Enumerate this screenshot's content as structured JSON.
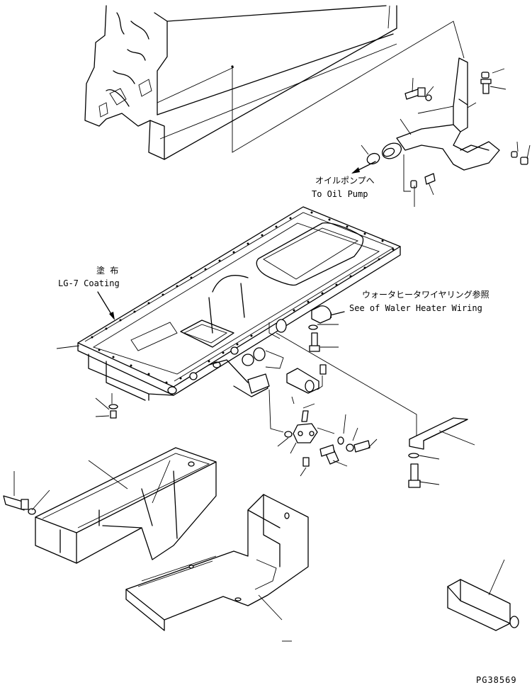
{
  "labels": {
    "oil_pump_jp": "オイルポンプへ",
    "oil_pump_en": "To Oil Pump",
    "coating_jp": "塗 布",
    "coating_en": "LG-7 Coating",
    "heater_jp": "ウォータヒータワイヤリング参照",
    "heater_en": "See of Waler Heater Wiring",
    "drawing_number": "PG38569"
  },
  "colors": {
    "line": "#000000",
    "background": "#ffffff"
  }
}
